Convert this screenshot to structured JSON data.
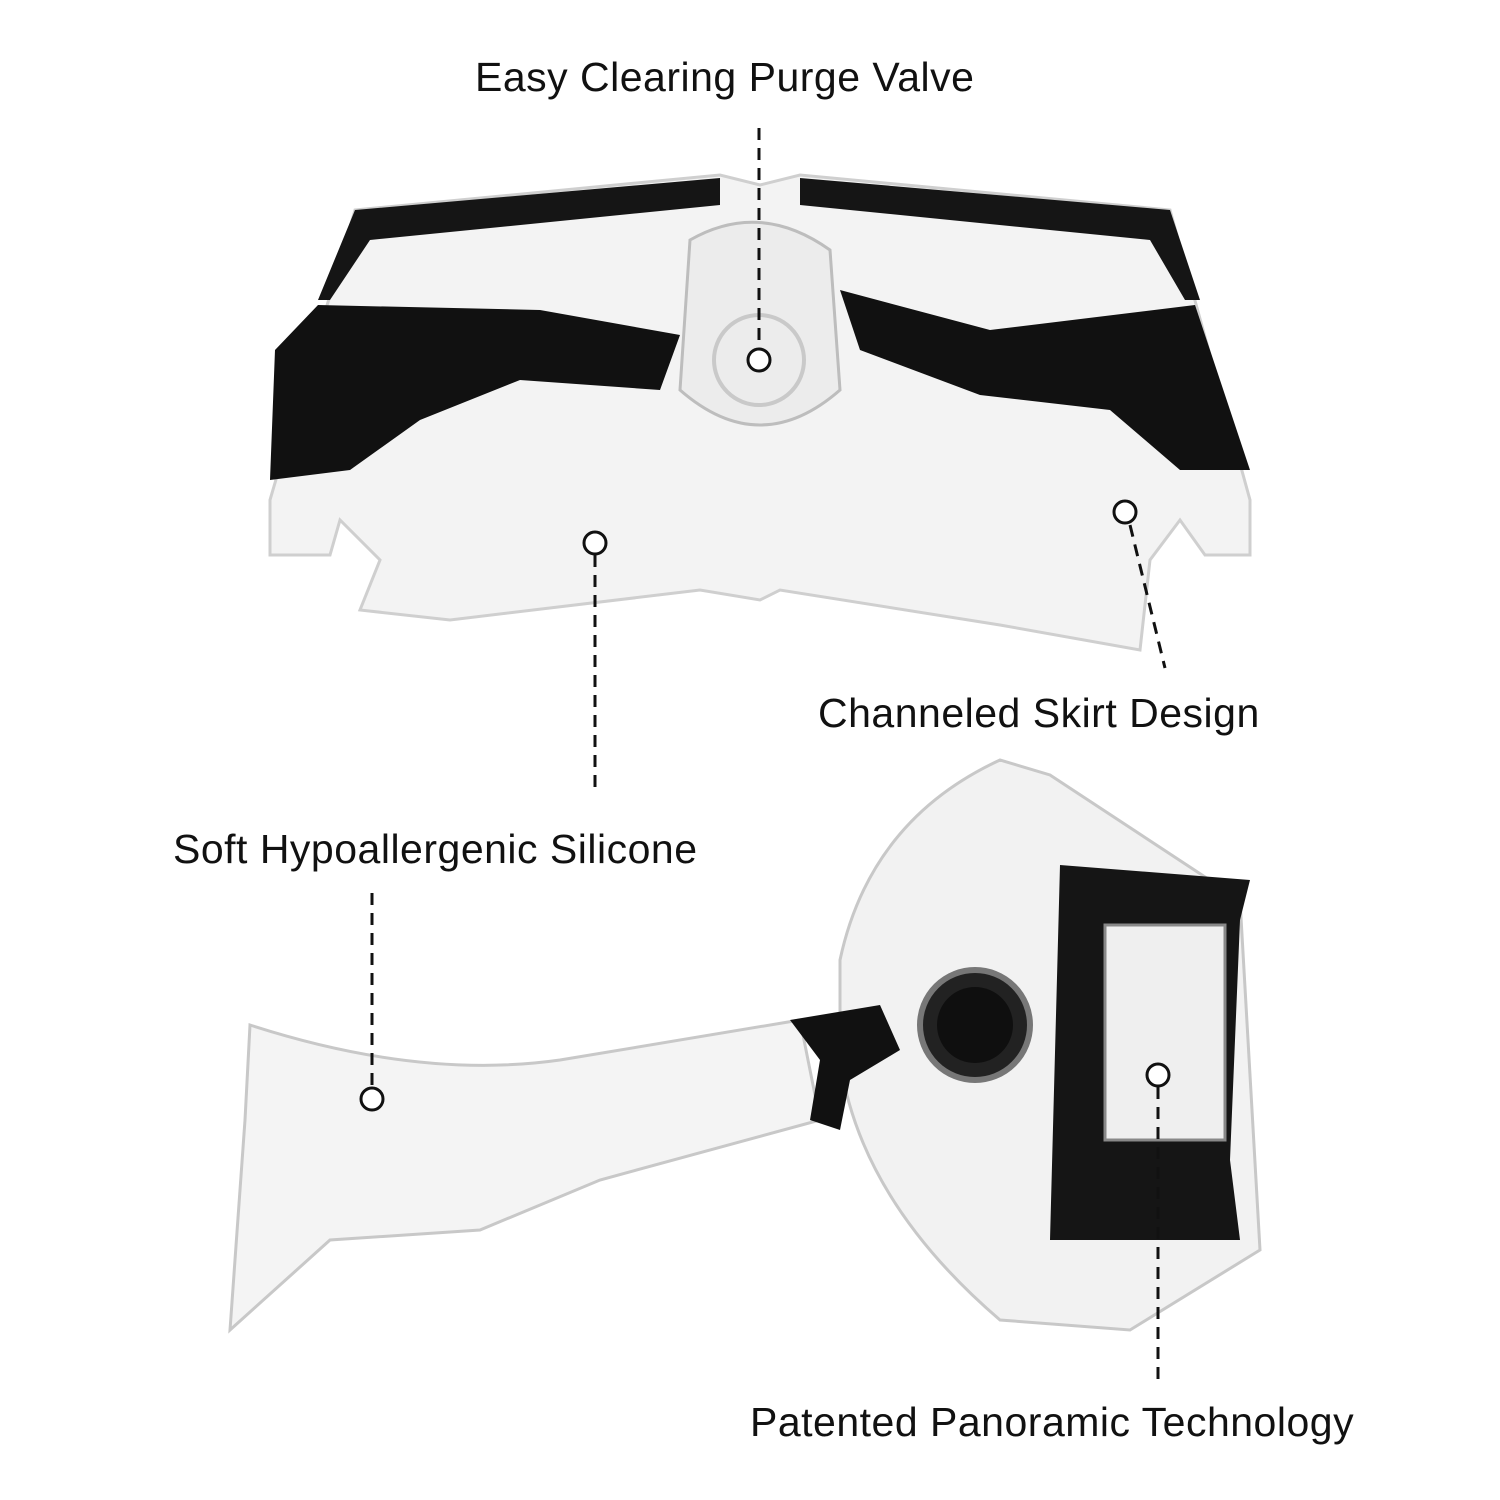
{
  "callouts": {
    "purge_valve": "Easy Clearing Purge Valve",
    "skirt": "Channeled Skirt Design",
    "silicone": "Soft Hypoallergenic Silicone",
    "panoramic": "Patented Panoramic Technology"
  },
  "colors": {
    "frame": "#111111",
    "silicone": "#e8e8e8",
    "text": "#111111"
  }
}
